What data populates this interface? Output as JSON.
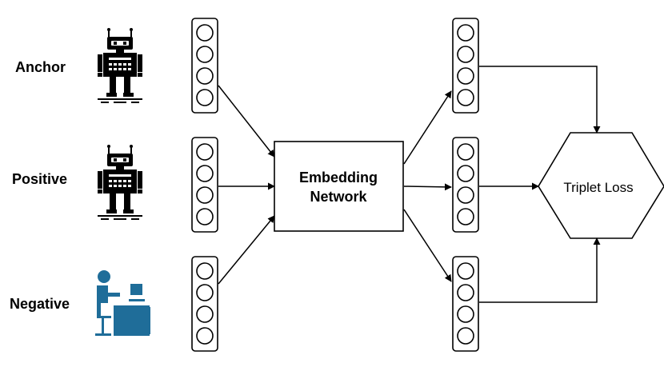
{
  "labels": {
    "anchor": "Anchor",
    "positive": "Positive",
    "negative": "Negative"
  },
  "embedding_network": {
    "line1": "Embedding",
    "line2": "Network"
  },
  "triplet_loss": "Triplet Loss",
  "icons": {
    "anchor": "robot-icon",
    "positive": "robot-icon",
    "negative": "person-at-computer-icon"
  },
  "colors": {
    "stroke": "#000000",
    "negative_icon": "#1f6d99"
  }
}
